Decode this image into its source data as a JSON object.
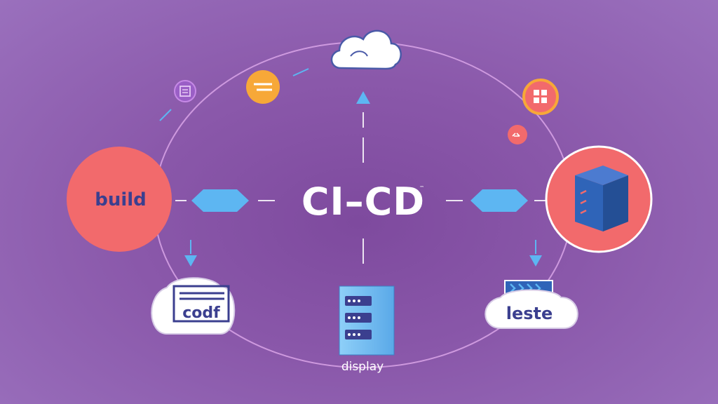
{
  "title": "CI–CD",
  "title_mark": "™",
  "nodes": {
    "build": {
      "label": "build"
    },
    "code": {
      "label": "codf"
    },
    "deploy": {
      "label": "display"
    },
    "test": {
      "label": "leste"
    }
  },
  "colors": {
    "background": "#8a58aa",
    "orbit": "#d9a4e8",
    "node_red": "#f26a6c",
    "connector": "#5db6f2",
    "white": "#ffffff",
    "label_dark": "#3b3f8f",
    "server_blue": "#2f64b8",
    "orange": "#f7a838"
  },
  "icons": [
    "cloud-icon",
    "server-stack-icon",
    "cube-server-icon",
    "document-icon",
    "arrows-icon",
    "grid-icon"
  ]
}
